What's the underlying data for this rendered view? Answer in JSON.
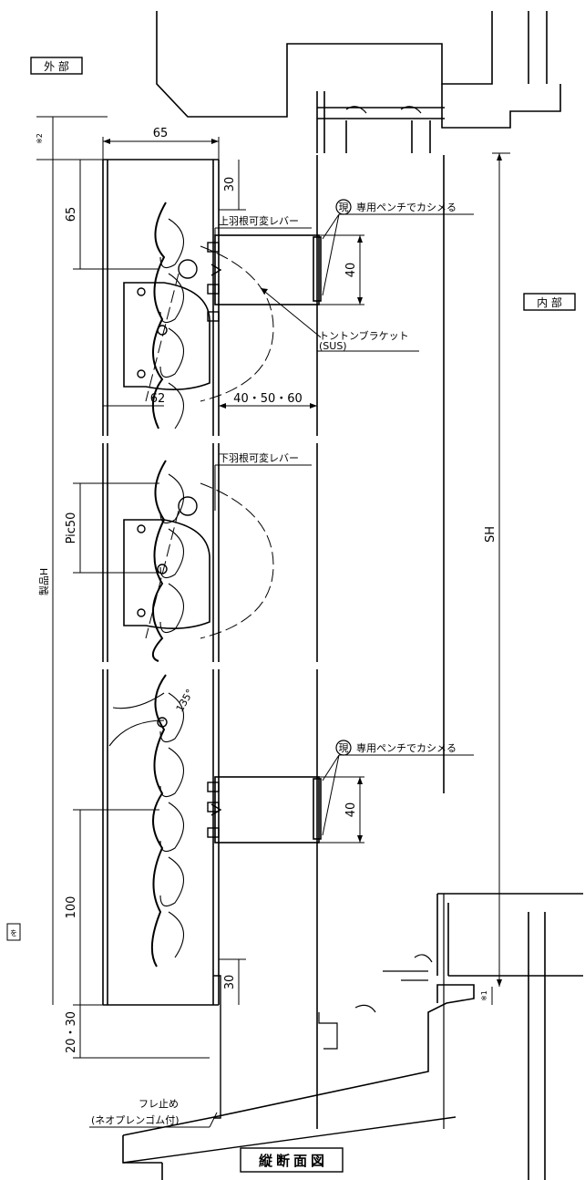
{
  "labels": {
    "exterior": "外 部",
    "interior": "内 部",
    "upper_lever": "上羽根可変レバー",
    "lower_lever": "下羽根可変レバー",
    "pliers_note_top": "専用ペンチでカシメる",
    "pliers_note_bottom": "専用ペンチでカシメる",
    "gen_mark": "現",
    "bracket_name": "トントンブラケット",
    "bracket_material": "(SUS)",
    "shake_stop": "フレ止め",
    "rubber": "(ネオプレンゴム付)",
    "product_h": "製品H",
    "sh": "SH",
    "note_2": "※2",
    "note_1": "※1",
    "side_mark": "を",
    "title": "縦断面図"
  },
  "dimensions": {
    "width_65": "65",
    "top_30": "30",
    "left_65": "65",
    "bracket_40_top": "40",
    "offset": "40・50・60",
    "pitch": "Pic50",
    "angle": "135°",
    "bracket_40_bottom": "40",
    "bottom_100": "100",
    "bottom_30": "30",
    "bottom_gap": "20・30",
    "sixty_two": "62"
  }
}
